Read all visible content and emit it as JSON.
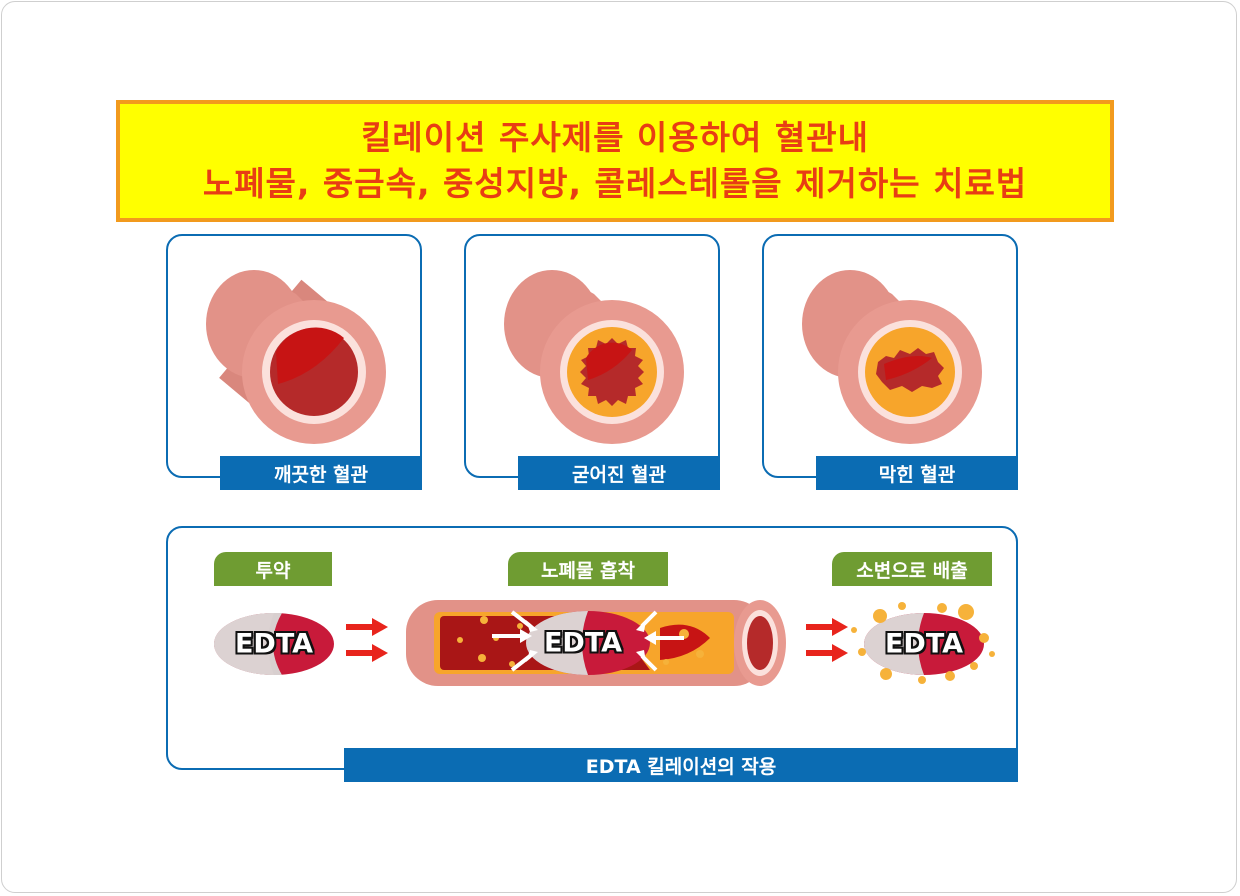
{
  "title": {
    "line1": "킬레이션 주사제를 이용하여 혈관내",
    "line2": "노폐물, 중금속, 중성지방, 콜레스테롤을 제거하는 치료법"
  },
  "vessels": [
    {
      "label": "깨끗한 혈관"
    },
    {
      "label": "굳어진 혈관"
    },
    {
      "label": "막힌 혈관"
    }
  ],
  "process": {
    "steps": [
      "투약",
      "노폐물 흡착",
      "소변으로 배출"
    ],
    "pill_text": "EDTA",
    "caption": "EDTA 킬레이션의 작용"
  },
  "colors": {
    "title_bg": "#ffff00",
    "title_border": "#f29a1d",
    "title_text": "#e83d14",
    "panel_blue": "#0b6cb3",
    "step_green": "#6f9c32",
    "vessel_wall": "#e4938a",
    "blood": "#b01c1c",
    "plaque": "#f7a52b"
  }
}
